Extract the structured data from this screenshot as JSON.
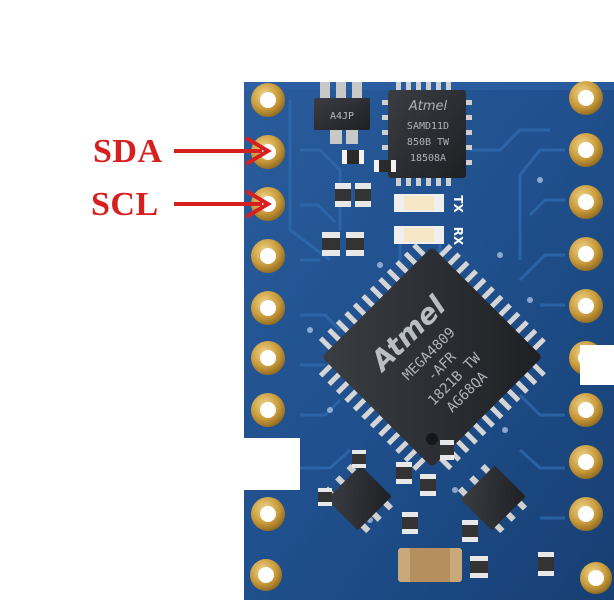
{
  "annotations": {
    "sda": "SDA",
    "scl": "SCL",
    "arrow_color": "#d6201f"
  },
  "board": {
    "pcb_color": "#1f4f8c",
    "pad_color": "#c89a3a",
    "main_chip": {
      "line1": "Atmel",
      "line2": "MEGA4809",
      "line3": "-AFR",
      "line4": "1821B TW",
      "line5": "AG68QA"
    },
    "usb_chip": {
      "line1": "Atmel",
      "line2": "SAMD11D",
      "line3": "850B TW",
      "line4": "18508A"
    },
    "regulator_marking": "A4JP",
    "led_labels": [
      "TX",
      "RX"
    ]
  }
}
